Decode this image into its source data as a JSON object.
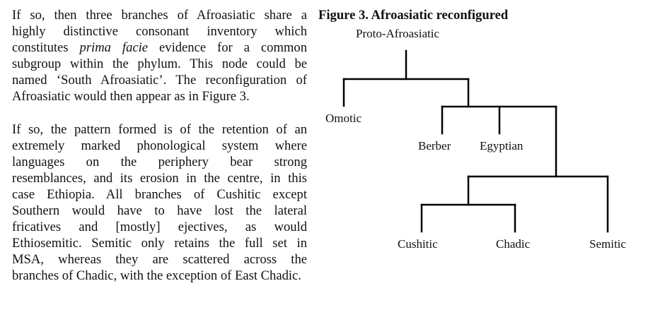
{
  "text": {
    "paragraph1": {
      "lines": [
        "If so, then three branches of Afroasiatic share a",
        "highly distinctive consonant inventory which",
        "constitutes ",
        " evidence for a common",
        "subgroup within the phylum. This node could be",
        "named ‘South Afroasiatic’. The reconfiguration of",
        "Afroasiatic would then appear as in Figure 3."
      ],
      "italic_phrase": "prima facie"
    },
    "paragraph2": {
      "lines": [
        "If so, the pattern formed is of the retention of an",
        "extremely marked phonological system where",
        "languages on the periphery bear strong",
        "resemblances, and its erosion in the centre, in this",
        "case Ethiopia. All branches of Cushitic except",
        "Southern would have to have lost the lateral",
        "fricatives and [mostly] ejectives, as would",
        "Ethiosemitic. Semitic only retains the full set in",
        "MSA, whereas they are scattered across the",
        "branches of Chadic, with the exception of East Chadic."
      ]
    }
  },
  "figure": {
    "caption": "Figure 3. Afroasiatic reconfigured",
    "root": "Proto-Afroasiatic",
    "nodes": {
      "omotic": "Omotic",
      "berber": "Berber",
      "egyptian": "Egyptian",
      "cushitic": "Cushitic",
      "chadic": "Chadic",
      "semitic": "Semitic"
    },
    "line_color": "#000000"
  }
}
